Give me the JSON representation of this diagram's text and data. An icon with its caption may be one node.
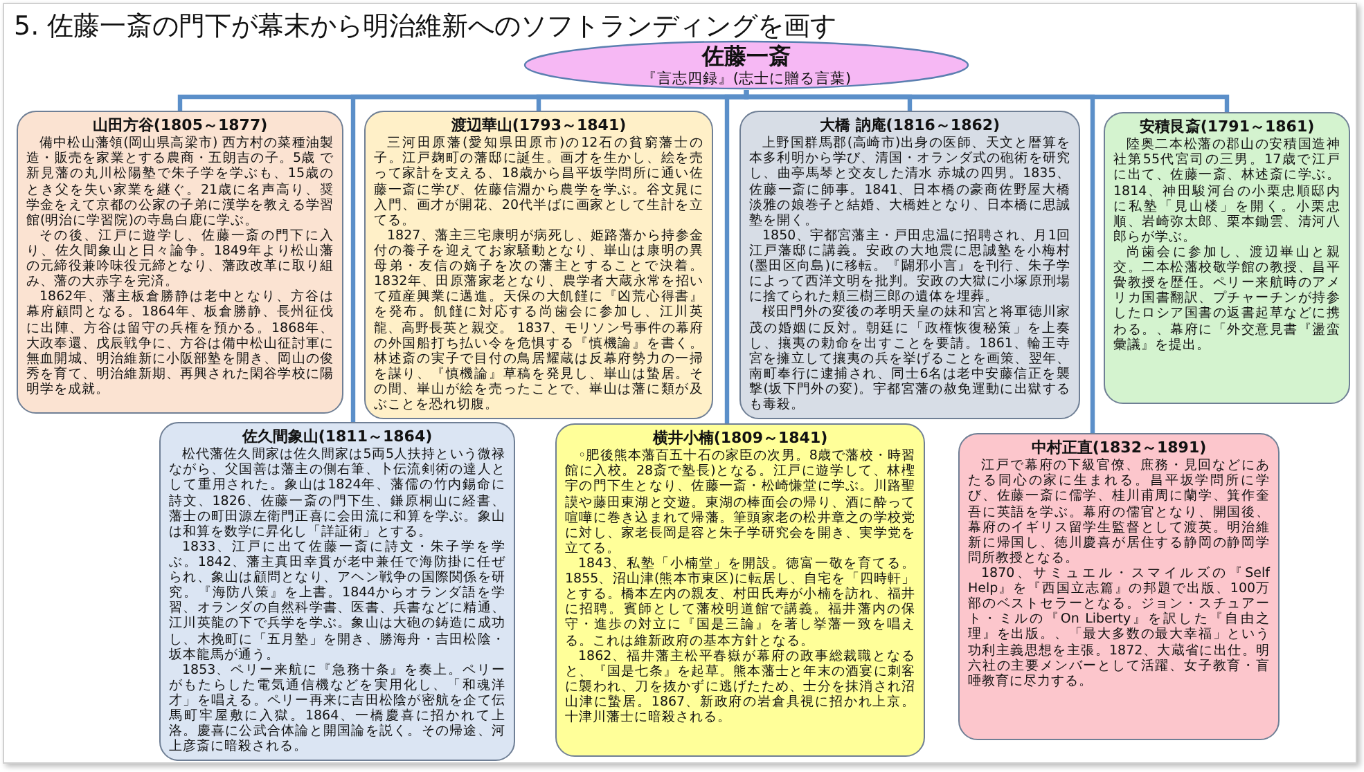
{
  "diagram": {
    "title": "5. 佐藤一斎の門下が幕末から明治維新へのソフトランディングを画す",
    "nodes": [
      {
        "text": [
          "佐藤一斎",
          "『言志四録』(志士に贈る言葉)"
        ]
      },
      {
        "text": [
          "山田方谷(1805～1877)",
          "備中松山藩領(岡山県高梁市) 西方村の菜種油製造・販売を家業とする農商・五朗吉の子。5歳 で新見藩の丸川松陽塾で朱子学を学ぶも、15歳のとき父を失い家業を継ぐ。21歳に名声高り、奨学金をえて京都の公家の子弟に漢学を教える学習館(明治に学習院)の寺島白鹿に学ぶ。",
          "その後、江戸に遊学し、佐藤一斎の門下に入り、佐久間象山と日々論争。1849年より松山藩の元締役兼吟味役元締となり、藩政改革に取り組み、藩の大赤字を完済。",
          "1862年、藩主板倉勝静は老中となり、方谷は幕府顧問となる。1864年、板倉勝静、長州征伐に出陣、方谷は留守の兵権を預かる。1868年、大政奉還、戊辰戦争に、方谷は備中松山征討軍に無血開城、明治維新に小阪部塾を開き、岡山の俊秀を育て、明治維新期、再興された閑谷学校に陽明学を成就。"
        ]
      },
      {
        "text": [
          "渡辺華山(1793～1841)",
          "三河田原藩(愛知県田原市)の12石の貧窮藩士の子。江戸麹町の藩邸に誕生。画才を生かし、絵を売って家計を支える、18歳から昌平坂学問所に通い佐藤一斎に学び、佐藤信淵から農学を学ぶ。谷文晁に入門、画才が開花、20代半ばに画家として生計を立てる。",
          "1827、藩主三宅康明が病死し、姫路藩から持参金付の養子を迎えてお家騒動となり、崋山は康明の異母弟・友信の嫡子を次の藩主とすることで決着。1832年、田原藩家老となり、農学者大蔵永常を招いて殖産興業に邁進。天保の大飢饉に『凶荒心得書』を発布。飢饉に対応する尚歯会に参加し、江川英龍、高野長英と親交。 1837、モリソン号事件の幕府の外国船打ち払い令を危惧する『慎機論』を書く。林述斎の実子で目付の鳥居耀蔵は反幕府勢力の一掃を謀り、『慎機論』草稿を発見し、崋山は蟄居。その間、崋山が絵を売ったことで、崋山は藩に類が及ぶことを恐れ切腹。"
        ]
      },
      {
        "text": [
          "大橋 訥庵(1816～1862)",
          "上野国群馬郡(高崎市)出身の医師、天文と暦算を本多利明から学び、清国・オランダ式の砲術を研究し、曲亭馬琴と交友した清水 赤城の四男。1835、佐藤一斎に師事。1841、日本橋の豪商佐野屋大橋淡雅の娘巻子と結婚、大橋姓となり、日本橋に思誠塾を開く。",
          "1850、宇都宮藩主・戸田忠温に招聘され、月1回江戸藩邸に講義。安政の大地震に思誠塾を小梅村(墨田区向島)に移転。『闢邪小言』を刊行、朱子学によって西洋文明を批判。安政の大獄に小塚原刑場に捨てられた頼三樹三郎の遺体を埋葬。",
          "桜田門外の変後の孝明天皇の妹和宮と将軍徳川家茂の婚姻に反対。朝廷に「政権恢復秘策」を上奏し、攘夷の勅命を出すことを要請。1861、輪王寺宮を擁立して攘夷の兵を挙げることを画策、翌年、南町奉行に逮捕され、同士6名は老中安藤信正を襲撃(坂下門外の変)。宇都宮藩の赦免運動に出獄するも毒殺。"
        ]
      },
      {
        "text": [
          "安積艮斎(1791～1861)",
          "陸奥二本松藩の郡山の安積国造神社第55代宮司の三男。17歳で江戸に出て、佐藤一斎、林述斎に学ぶ。1814、神田駿河台の小栗忠順邸内に私塾「見山楼」を開く。小栗忠順、岩崎弥太郎、栗本鋤雲、清河八郎らが学ぶ。",
          "尚歯会に参加し、渡辺崋山と親交。二本松藩校敬学館の教授、昌平黌教授を歴任。ペリー来航時のアメリカ国書翻訳、プチャーチンが持参したロシア国書の返書起草などに携わる。、幕府に「外交意見書『盪蛮彙議』を提出。"
        ]
      },
      {
        "text": [
          "佐久間象山(1811～1864)",
          "松代藩佐久間家は佐久間家は5両5人扶持という微禄ながら、父国善は藩主の側右筆、卜伝流剣術の達人として重用された。象山は1824年、藩儒の竹内錫命に詩文、1826、佐藤一斎の門下生、鎌原桐山に経書、藩士の町田源左衛門正喜に会田流に和算を学ぶ。象山は和算を数学に昇化し「詳証術」とする。",
          "1833、江戸に出て佐藤一斎に詩文・朱子学を学ぶ。1842、藩主真田幸貫が老中兼任で海防掛に任ぜられ、象山は顧問となり、アヘン戦争の国際関係を研究。『海防八策』を上書。1844からオランダ語を学習、オランダの自然科学書、医書、兵書などに精通、江川英龍の下で兵学を学ぶ。象山は大砲の鋳造に成功し、木挽町に「五月塾」を開き、勝海舟・吉田松陰・坂本龍馬が通う。",
          "1853、ペリー来航に『急務十条』を奏上。ペリーがもたらした電気通信機などを実用化し、「和魂洋才」を唱える。ペリー再来に吉田松陰が密航を企て伝馬町牢屋敷に入獄。1864、一橋慶喜に招かれて上洛。慶喜に公武合体論と開国論を説く。その帰途、河上彦斎に暗殺される。"
        ]
      },
      {
        "text": [
          "横井小楠(1809～1841)",
          "◦肥後熊本藩百五十石の家臣の次男。8歳で藩校・時習館に入校。28斎で塾長)となる。江戸に遊学して、林檉宇の門下生となり、佐藤一斎・松崎慊堂に学ぶ。川路聖謨や藤田東湖と交遊。東湖の棒面会の帰り、酒に酔って喧嘩に巻き込まれて帰藩。筆頭家老の松井章之の学校党に対し、家老長岡是容と朱子学研究会を開き、実学党を立てる。",
          "1843、私塾「小楠堂」を開設。徳富一敬を育てる。1855、沼山津(熊本市東区)に転居し、自宅を「四時軒」とする。橋本左内の親友、村田氏寿が小楠を訪れ、福井に招聘。賓師として藩校明道館で講義。福井藩内の保守・進歩の対立に『国是三論』を著し挙藩一致を唱える。これは維新政府の基本方針となる。",
          "1862、福井藩主松平春嶽が幕府の政事総裁職となると、『国是七条』を起草。熊本藩士と年末の酒宴に刺客に襲われ、刀を抜かずに逃げたため、士分を抹消され沼山津に蟄居。1867、新政府の岩倉具視に招かれ上京。十津川藩士に暗殺される。"
        ]
      },
      {
        "text": [
          "中村正直(1832～1891)",
          "江戸で幕府の下級官僚、庶務・見回などにあたる同心の家に生まれる。昌平坂学問所に学び、佐藤一斎に儒学、桂川甫周に蘭学、箕作奎吾に英語を学ぶ。幕府の儒官となり、開国後、幕府のイギリス留学生監督として渡英。明治維新に帰国し、徳川慶喜が居住する静岡の静岡学問所教授となる。",
          "1870、サミュエル・スマイルズの『Self Help』を『西国立志篇』の邦題で出版、100万部のベストセラーとなる。ジョン・スチュアート・ミルの『On Liberty』を訳した『自由之理』を出版。、「最大多数の最大幸福」という功利主義思想を主張。1872、大蔵省に出仕。明六社の主要メンバーとして活躍、女子教育・盲唖教育に尽力する。"
        ]
      }
    ],
    "edges": [
      {
        "from": 0,
        "to": 1,
        "arrow": "none"
      },
      {
        "from": 0,
        "to": 2,
        "arrow": "none"
      },
      {
        "from": 0,
        "to": 3,
        "arrow": "none"
      },
      {
        "from": 0,
        "to": 4,
        "arrow": "none"
      },
      {
        "from": 0,
        "to": 5,
        "arrow": "none"
      },
      {
        "from": 0,
        "to": 6,
        "arrow": "none"
      },
      {
        "from": 0,
        "to": 7,
        "arrow": "none"
      }
    ]
  }
}
